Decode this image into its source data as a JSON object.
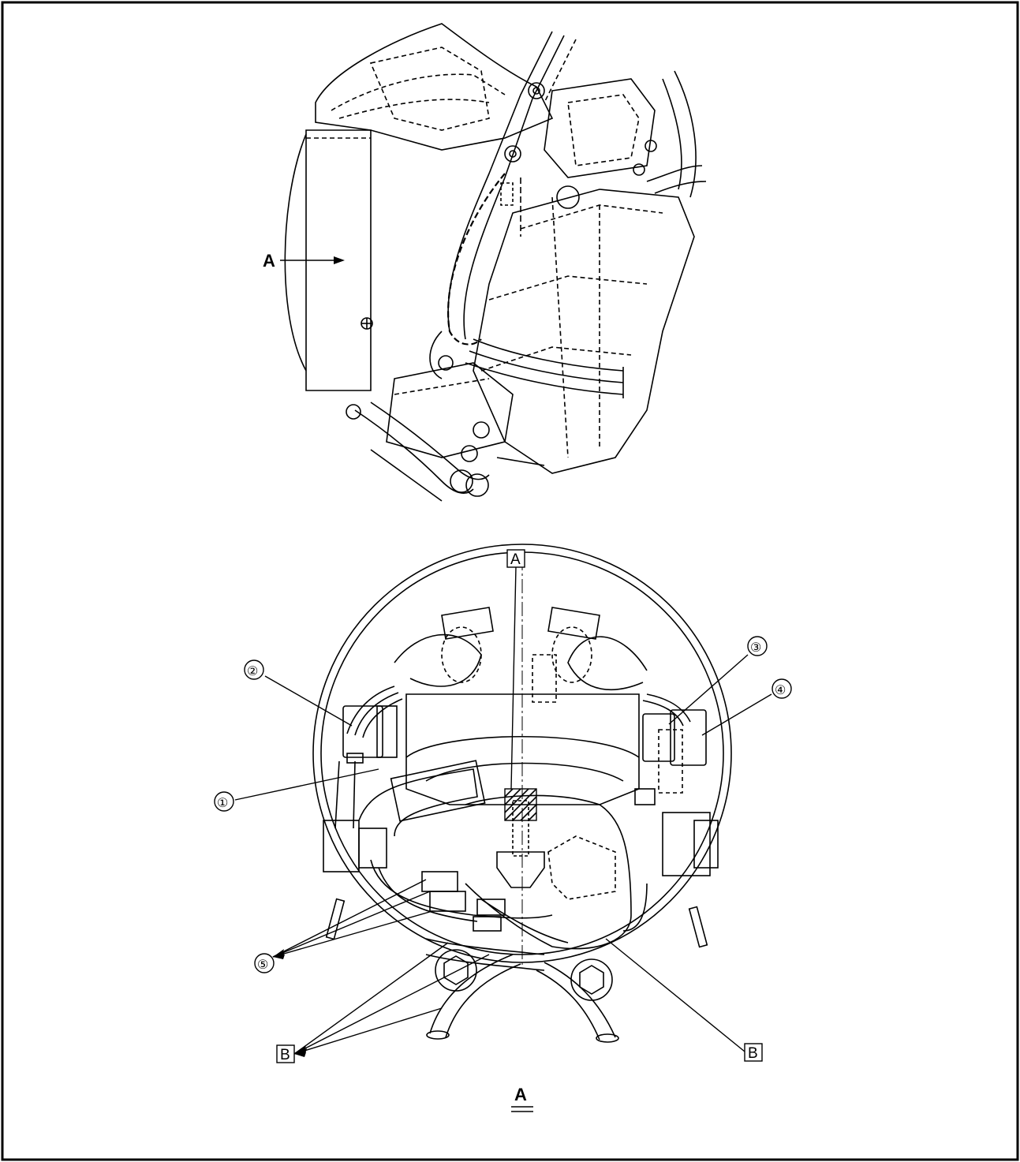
{
  "top_view": {
    "arrow_label": "A"
  },
  "bottom_view": {
    "view_label": "A",
    "callouts": {
      "c1": "①",
      "c2": "②",
      "c3": "③",
      "c4": "④",
      "c5": "⑤"
    },
    "boxed": {
      "top": "A",
      "bottom_left": "B",
      "bottom_right": "B"
    }
  }
}
